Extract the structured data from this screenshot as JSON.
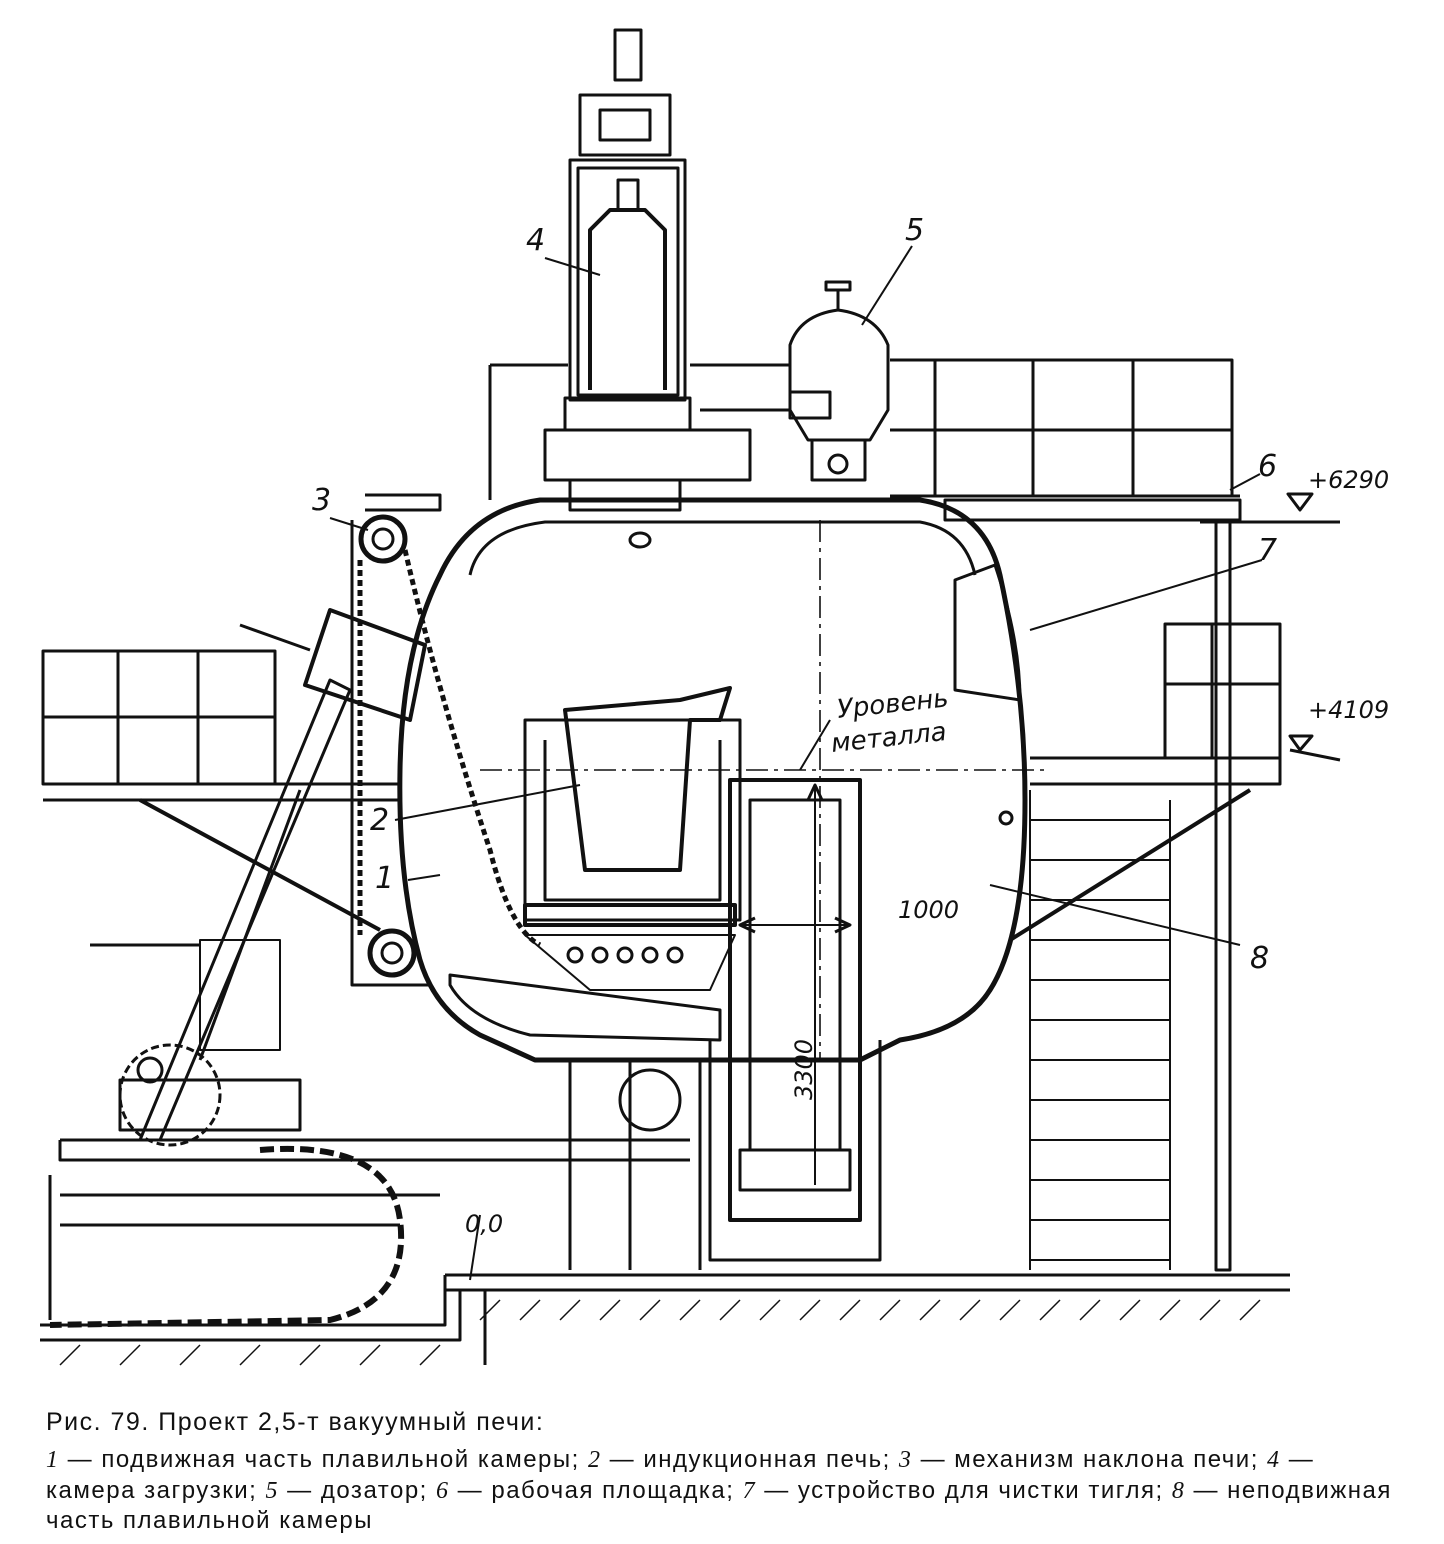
{
  "figure": {
    "labels": [
      "1",
      "2",
      "3",
      "4",
      "5",
      "6",
      "7",
      "8"
    ],
    "elevations": [
      "+6290",
      "+4109",
      "0,0"
    ],
    "dimensions": [
      "1000",
      "3300"
    ],
    "metal_level": [
      "Уровень",
      "металла"
    ]
  },
  "caption": {
    "title": "Рис. 79. Проект 2,5-т вакуумный печи:",
    "legend": [
      {
        "num": "1",
        "text": "подвижная часть плавильной камеры"
      },
      {
        "num": "2",
        "text": "индукционная печь"
      },
      {
        "num": "3",
        "text": "механизм наклона печи"
      },
      {
        "num": "4",
        "text": "камера загрузки"
      },
      {
        "num": "5",
        "text": "дозатор"
      },
      {
        "num": "6",
        "text": "рабочая площадка"
      },
      {
        "num": "7",
        "text": "устройство для чистки тигля"
      },
      {
        "num": "8",
        "text": "неподвижная часть плавильной камеры"
      }
    ]
  }
}
